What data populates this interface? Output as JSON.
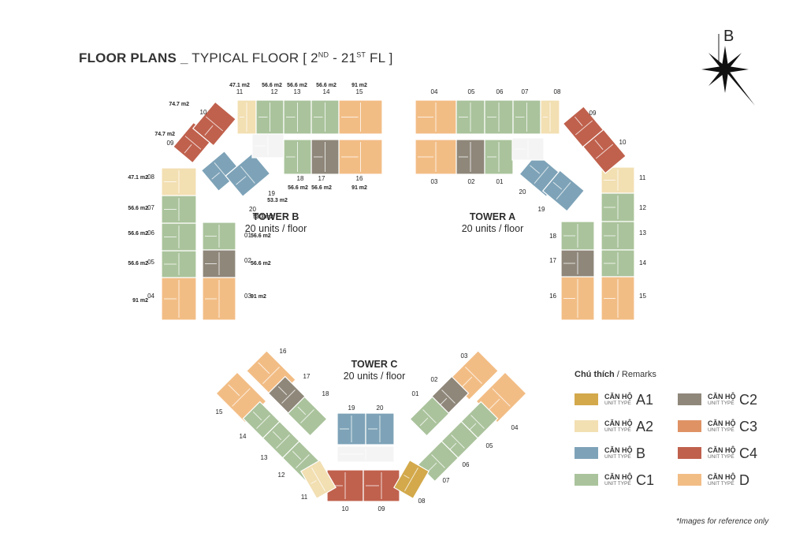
{
  "title": {
    "bold": "FLOOR PLANS _",
    "rest": "TYPICAL FLOOR [ 2",
    "sup1": "ND",
    "mid": " - 21",
    "sup2": "ST",
    "end": " FL ]"
  },
  "compass_label": "B",
  "towers": {
    "b": {
      "name": "TOWER B",
      "units": "20 units / floor"
    },
    "a": {
      "name": "TOWER A",
      "units": "20 units / floor"
    },
    "c": {
      "name": "TOWER C",
      "units": "20 units / floor"
    }
  },
  "legend": {
    "head_bold": "Chú thích",
    "head_rest": " / Remarks",
    "items": [
      {
        "vn": "CĂN HỘ",
        "en": "UNIT TYPE",
        "code": "A1",
        "color": "#d3a94b"
      },
      {
        "vn": "CĂN HỘ",
        "en": "UNIT TYPE",
        "code": "C2",
        "color": "#8f877a"
      },
      {
        "vn": "CĂN HỘ",
        "en": "UNIT TYPE",
        "code": "A2",
        "color": "#f2dfb2"
      },
      {
        "vn": "CĂN HỘ",
        "en": "UNIT TYPE",
        "code": "C3",
        "color": "#df9365"
      },
      {
        "vn": "CĂN HỘ",
        "en": "UNIT TYPE",
        "code": "B",
        "color": "#7ea3b8"
      },
      {
        "vn": "CĂN HỘ",
        "en": "UNIT TYPE",
        "code": "C4",
        "color": "#c0614d"
      },
      {
        "vn": "CĂN HỘ",
        "en": "UNIT TYPE",
        "code": "C1",
        "color": "#aac39c"
      },
      {
        "vn": "CĂN HỘ",
        "en": "UNIT TYPE",
        "code": "D",
        "color": "#f2bd85"
      }
    ]
  },
  "note": "*Images for reference only",
  "type_colors": {
    "A1": "#d3a94b",
    "A2": "#f2dfb2",
    "B": "#7ea3b8",
    "C1": "#aac39c",
    "C2": "#8f877a",
    "C3": "#df9365",
    "C4": "#c0614d",
    "D": "#f2bd85"
  },
  "tower_b_units": [
    {
      "num": "01",
      "type": "C1",
      "area": "56.6 m2"
    },
    {
      "num": "02",
      "type": "C2",
      "area": "56.6 m2"
    },
    {
      "num": "03",
      "type": "D",
      "area": "91 m2"
    },
    {
      "num": "04",
      "type": "D",
      "area": "91 m2"
    },
    {
      "num": "05",
      "type": "C1",
      "area": "56.6 m2"
    },
    {
      "num": "06",
      "type": "C1",
      "area": "56.6 m2"
    },
    {
      "num": "07",
      "type": "C1",
      "area": "56.6 m2"
    },
    {
      "num": "08",
      "type": "A2",
      "area": "47.1 m2"
    },
    {
      "num": "09",
      "type": "C4",
      "area": "74.7 m2"
    },
    {
      "num": "10",
      "type": "C4",
      "area": "74.7 m2"
    },
    {
      "num": "11",
      "type": "A2",
      "area": "47.1 m2"
    },
    {
      "num": "12",
      "type": "C1",
      "area": "56.6 m2"
    },
    {
      "num": "13",
      "type": "C1",
      "area": "56.6 m2"
    },
    {
      "num": "14",
      "type": "C1",
      "area": "56.6 m2"
    },
    {
      "num": "15",
      "type": "D",
      "area": "91 m2"
    },
    {
      "num": "16",
      "type": "D",
      "area": "91 m2"
    },
    {
      "num": "17",
      "type": "C2",
      "area": "56.6 m2"
    },
    {
      "num": "18",
      "type": "C1",
      "area": "56.6 m2"
    },
    {
      "num": "19",
      "type": "B",
      "area": "53.3 m2"
    },
    {
      "num": "20",
      "type": "B",
      "area": "53.3 m2"
    }
  ],
  "tower_a_units": [
    {
      "num": "01",
      "type": "C1"
    },
    {
      "num": "02",
      "type": "C2"
    },
    {
      "num": "03",
      "type": "D"
    },
    {
      "num": "04",
      "type": "D"
    },
    {
      "num": "05",
      "type": "C1"
    },
    {
      "num": "06",
      "type": "C1"
    },
    {
      "num": "07",
      "type": "C1"
    },
    {
      "num": "08",
      "type": "A2"
    },
    {
      "num": "09",
      "type": "C4"
    },
    {
      "num": "10",
      "type": "C4"
    },
    {
      "num": "11",
      "type": "A2"
    },
    {
      "num": "12",
      "type": "C1"
    },
    {
      "num": "13",
      "type": "C1"
    },
    {
      "num": "14",
      "type": "C1"
    },
    {
      "num": "15",
      "type": "D"
    },
    {
      "num": "16",
      "type": "D"
    },
    {
      "num": "17",
      "type": "C2"
    },
    {
      "num": "18",
      "type": "C1"
    },
    {
      "num": "19",
      "type": "B"
    },
    {
      "num": "20",
      "type": "B"
    }
  ],
  "tower_c_units": [
    {
      "num": "01",
      "type": "C1"
    },
    {
      "num": "02",
      "type": "C2"
    },
    {
      "num": "03",
      "type": "D"
    },
    {
      "num": "04",
      "type": "D"
    },
    {
      "num": "05",
      "type": "C1"
    },
    {
      "num": "06",
      "type": "C1"
    },
    {
      "num": "07",
      "type": "C1"
    },
    {
      "num": "08",
      "type": "A1"
    },
    {
      "num": "09",
      "type": "C4"
    },
    {
      "num": "10",
      "type": "C4"
    },
    {
      "num": "11",
      "type": "A2"
    },
    {
      "num": "12",
      "type": "C1"
    },
    {
      "num": "13",
      "type": "C1"
    },
    {
      "num": "14",
      "type": "C1"
    },
    {
      "num": "15",
      "type": "D"
    },
    {
      "num": "16",
      "type": "D"
    },
    {
      "num": "17",
      "type": "C2"
    },
    {
      "num": "18",
      "type": "C1"
    },
    {
      "num": "19",
      "type": "B"
    },
    {
      "num": "20",
      "type": "B"
    }
  ]
}
